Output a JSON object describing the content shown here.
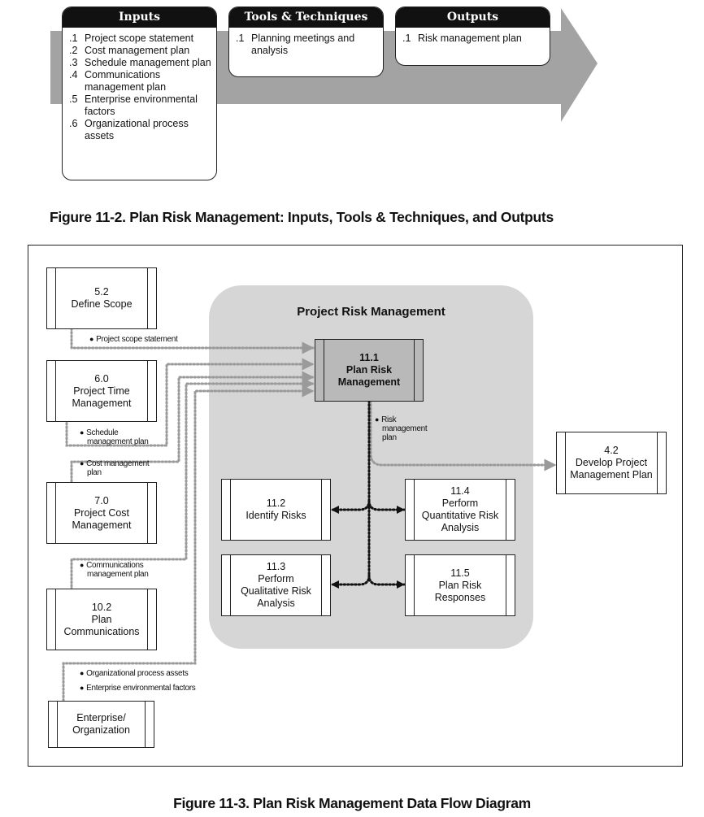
{
  "itto": {
    "inputs": {
      "title": "Inputs",
      "items": [
        {
          "num": ".1",
          "text": "Project scope statement"
        },
        {
          "num": ".2",
          "text": "Cost management plan"
        },
        {
          "num": ".3",
          "text": "Schedule management plan"
        },
        {
          "num": ".4",
          "text": "Communications management plan"
        },
        {
          "num": ".5",
          "text": "Enterprise environmental factors"
        },
        {
          "num": ".6",
          "text": "Organizational process assets"
        }
      ]
    },
    "tools": {
      "title": "Tools & Techniques",
      "items": [
        {
          "num": ".1",
          "text": "Planning meetings and analysis"
        }
      ]
    },
    "outputs": {
      "title": "Outputs",
      "items": [
        {
          "num": ".1",
          "text": "Risk management plan"
        }
      ]
    }
  },
  "figure_11_2_caption": "Figure 11-2. Plan Risk Management: Inputs, Tools & Techniques, and Outputs",
  "diagram": {
    "group_title": "Project Risk Management",
    "external": {
      "define_scope": {
        "num": "5.2",
        "name": "Define Scope"
      },
      "time_mgmt": {
        "num": "6.0",
        "name": "Project Time Management"
      },
      "cost_mgmt": {
        "num": "7.0",
        "name": "Project Cost Management"
      },
      "plan_comms": {
        "num": "10.2",
        "name": "Plan Communications"
      },
      "enterprise": {
        "num": "",
        "name": "Enterprise/ Organization"
      },
      "develop_pmp": {
        "num": "4.2",
        "name": "Develop Project Management Plan"
      }
    },
    "processes": {
      "plan_risk": {
        "num": "11.1",
        "name": "Plan Risk Management"
      },
      "identify": {
        "num": "11.2",
        "name": "Identify Risks"
      },
      "qualitative": {
        "num": "11.3",
        "name": "Perform Qualitative Risk Analysis"
      },
      "quantitative": {
        "num": "11.4",
        "name": "Perform Quantitative Risk Analysis"
      },
      "responses": {
        "num": "11.5",
        "name": "Plan Risk Responses"
      }
    },
    "flow_labels": {
      "scope_statement": "Project scope statement",
      "schedule_plan_1": "Schedule",
      "schedule_plan_2": "management plan",
      "cost_plan_1": "Cost management",
      "cost_plan_2": "plan",
      "comms_plan_1": "Communications",
      "comms_plan_2": "management plan",
      "org_assets": "Organizational process assets",
      "eef": "Enterprise environmental factors",
      "risk_plan_1": "Risk",
      "risk_plan_2": "management",
      "risk_plan_3": "plan"
    }
  },
  "figure_11_3_caption": "Figure 11-3. Plan Risk Management Data Flow Diagram"
}
